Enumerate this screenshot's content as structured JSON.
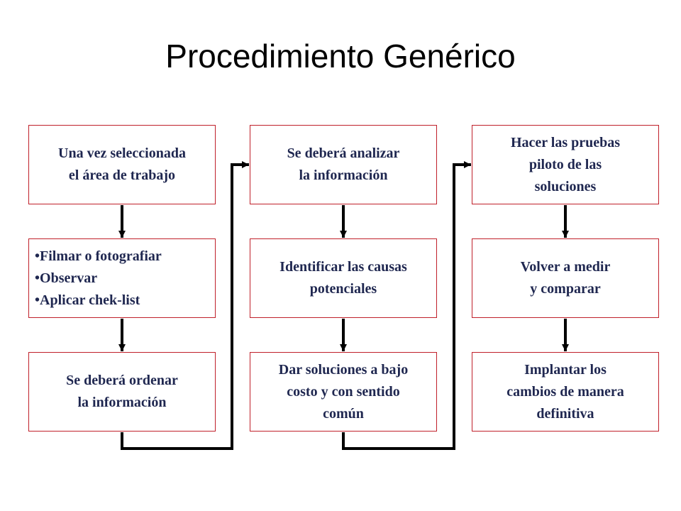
{
  "title": "Procedimiento Genérico",
  "columns": [
    {
      "steps": [
        {
          "text": "Una vez seleccionada\nel área de trabajo"
        },
        {
          "bullets": [
            "Filmar o fotografiar",
            "Observar",
            "Aplicar chek-list"
          ]
        },
        {
          "text": "Se deberá ordenar\nla información"
        }
      ]
    },
    {
      "steps": [
        {
          "text": "Se deberá analizar\nla información"
        },
        {
          "text": "Identificar las causas\npotenciales"
        },
        {
          "text": "Dar soluciones a bajo\ncosto y con sentido\ncomún"
        }
      ]
    },
    {
      "steps": [
        {
          "text": "Hacer las pruebas\npiloto de las\nsoluciones"
        },
        {
          "text": "Volver a medir\ny comparar"
        },
        {
          "text": "Implantar los\ncambios de manera\ndefinitiva"
        }
      ]
    }
  ],
  "colors": {
    "box_border": "#c0202a",
    "box_text": "#1f2750",
    "arrow": "#000000"
  }
}
